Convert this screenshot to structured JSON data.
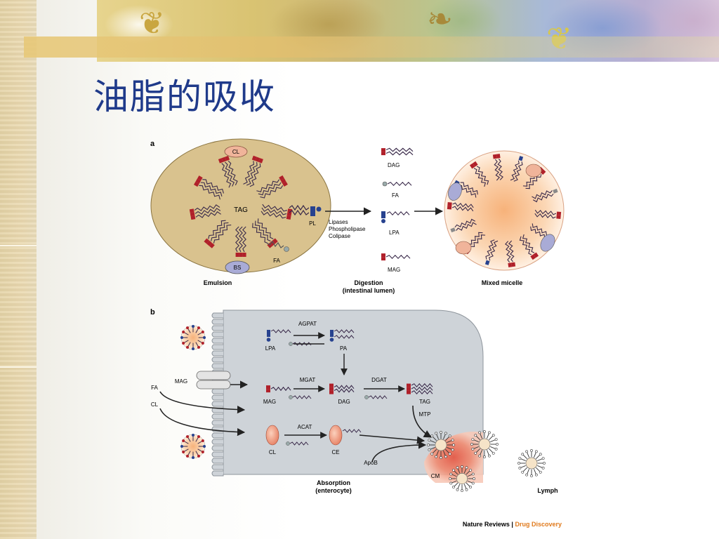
{
  "slide": {
    "title": "油脂的吸收"
  },
  "panel_a": {
    "letter": "a",
    "labels": {
      "cl": "CL",
      "tag": "TAG",
      "pl": "PL",
      "fa": "FA",
      "bs": "BS",
      "enzymes": [
        "Lipases",
        "Phospholipase",
        "Colipase"
      ],
      "dag": "DAG",
      "fa2": "FA",
      "lpa": "LPA",
      "mag": "MAG"
    },
    "captions": {
      "emulsion": "Emulsion",
      "digestion": "Digestion",
      "digestion_sub": "(intestinal lumen)",
      "micelle": "Mixed micelle"
    }
  },
  "panel_b": {
    "letter": "b",
    "labels": {
      "agpat": "AGPAT",
      "lpa": "LPA",
      "pa": "PA",
      "mag_in": "MAG",
      "fa_in": "FA",
      "cl_in": "CL",
      "mgat": "MGAT",
      "dgat": "DGAT",
      "mag": "MAG",
      "dag": "DAG",
      "tag": "TAG",
      "mtp": "MTP",
      "acat": "ACAT",
      "cl": "CL",
      "ce": "CE",
      "apob": "ApoB",
      "cm": "CM",
      "lymph": "Lymph"
    },
    "captions": {
      "absorption": "Absorption",
      "absorption_sub": "(enterocyte)"
    }
  },
  "credit": {
    "journal": "Nature Reviews",
    "separator": "|",
    "section": "Drug Discovery"
  },
  "colors": {
    "title": "#1f3a8a",
    "head_red": "#b0202a",
    "head_blue": "#27428f",
    "tail": "#3a2a4a",
    "emulsion_fill": "#d9c28e",
    "cell_fill": "#ced3d8",
    "credit_orange": "#e07a1c"
  }
}
